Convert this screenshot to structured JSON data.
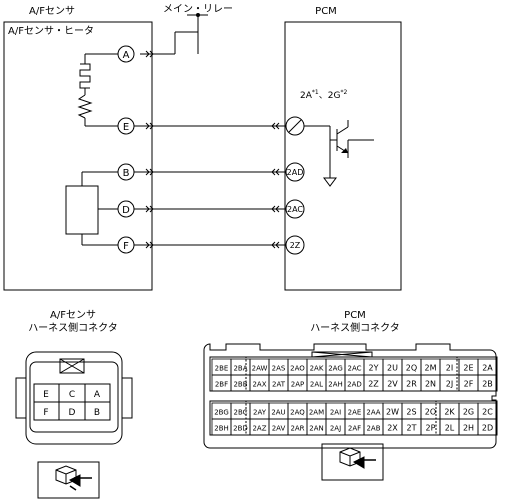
{
  "wiring": {
    "sensor_title": "A/Fセンサ",
    "relay_label": "メイン・リレー",
    "pcm_title": "PCM",
    "heater_label": "A/Fセンサ・ヒータ",
    "pins_left": [
      "A",
      "E",
      "B",
      "D",
      "F"
    ],
    "pins_right": [
      "2AD",
      "2AC",
      "2Z"
    ],
    "pcm_pin_main": "2A",
    "pcm_pin_main_sup": "*1",
    "pcm_pin_sep": "、",
    "pcm_pin_alt": "2G",
    "pcm_pin_alt_sup": "*2"
  },
  "sensor_connector": {
    "title_line1": "A/Fセンサ",
    "title_line2": "ハーネス側コネクタ",
    "pins": [
      "E",
      "C",
      "A",
      "F",
      "D",
      "B"
    ]
  },
  "pcm_connector": {
    "title_line1": "PCM",
    "title_line2": "ハーネス側コネクタ",
    "rows": [
      [
        "2BE",
        "2BA",
        "2AW",
        "2AS",
        "2AO",
        "2AK",
        "2AG",
        "2AC",
        "2Y",
        "2U",
        "2Q",
        "2M",
        "2I",
        "2E",
        "2A"
      ],
      [
        "2BF",
        "2BB",
        "2AX",
        "2AT",
        "2AP",
        "2AL",
        "2AH",
        "2AD",
        "2Z",
        "2V",
        "2R",
        "2N",
        "2J",
        "2F",
        "2B"
      ],
      [
        "2BG",
        "2BC",
        "2AY",
        "2AU",
        "2AQ",
        "2AM",
        "2AI",
        "2AE",
        "2AA",
        "2W",
        "2S",
        "2O",
        "2K",
        "2G",
        "2C"
      ],
      [
        "2BH",
        "2BD",
        "2AZ",
        "2AV",
        "2AR",
        "2AN",
        "2AJ",
        "2AF",
        "2AB",
        "2X",
        "2T",
        "2P",
        "2L",
        "2H",
        "2D"
      ]
    ]
  }
}
